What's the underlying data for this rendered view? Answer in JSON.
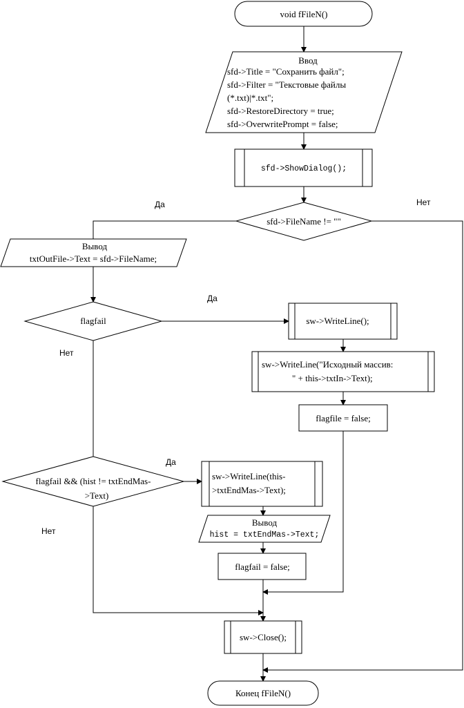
{
  "flowchart": {
    "start": "void fFileN()",
    "input": {
      "title": "Ввод",
      "lines": [
        "sfd->Title = \"Сохранить файл\";",
        "sfd->Filter = \"Текстовые файлы",
        "(*.txt)|*.txt\";",
        "sfd->RestoreDirectory = true;",
        "sfd->OverwritePrompt = false;"
      ]
    },
    "show_dialog": "sfd->ShowDialog();",
    "cond_filename": "sfd->FileName != \"\"",
    "output_file": {
      "title": "Вывод",
      "text": "txtOutFile->Text = sfd->FileName;"
    },
    "cond_flagfail": "flagfail",
    "writeline_empty": "sw->WriteLine();",
    "writeline_source": {
      "line1": "sw->WriteLine(\"Исходный массив:",
      "line2": "\" + this->txtIn->Text);"
    },
    "flagfile_false": "flagfile = false;",
    "cond_flagfail_hist": {
      "line1": "flagfail && (hist != txtEndMas-",
      "line2": ">Text)"
    },
    "writeline_endmas": {
      "line1": "sw->WriteLine(this-",
      "line2": ">txtEndMas->Text);"
    },
    "output_hist": {
      "title": "Вывод",
      "text": "hist = txtEndMas->Text;"
    },
    "flagfail_false": "flagfail = false;",
    "close": "sw->Close();",
    "end": "Конец fFileN()",
    "labels": {
      "yes": "Да",
      "no": "Нет"
    }
  }
}
